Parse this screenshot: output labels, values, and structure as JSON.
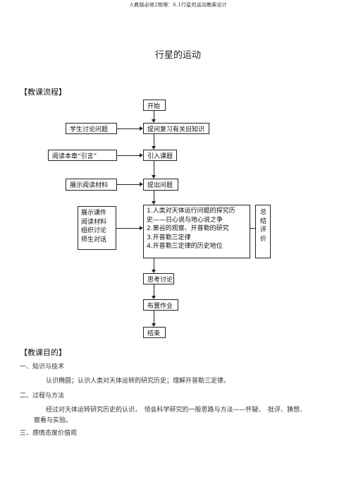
{
  "header": "人教版必修2物理：6.1行星的运动教案设计",
  "title": "行星的运动",
  "section1_heading": "【教课流程】",
  "flow": {
    "start": "开始",
    "review": "提问复习有关旧知识",
    "intro": "引入课题",
    "question": "提出问题",
    "content_lines": [
      "1.人类对天体运行问题的探究历",
      "史——日心说与地心说之争",
      "2.第谷的观察、开普勒的研究",
      "3.开普勒三定律",
      "4.开普勒三定律的历史地位"
    ],
    "think": "思考讨论",
    "homework": "布置作业",
    "end": "结束",
    "left_discuss": "学生讨论问题",
    "left_read": "阅读本章“引言”",
    "left_show": "展示阅读材料",
    "left_stack": [
      "展示课件",
      "阅读材料",
      "组织讨论",
      "师生对话"
    ],
    "right_summary": [
      "总",
      "结",
      "评",
      "价"
    ]
  },
  "section2_heading": "【教课目的】",
  "objectives": {
    "h1": "一、知识与技术",
    "p1": "认识椭圆；认识人类对天体运转的研究历史；理解开普勒三定律。",
    "h2": "二、过程与方法",
    "p2a": "经过对天体运转研究历史的认识，　领会科学研究的一般思路与方法——怀疑、　批评、猜想、",
    "p2b": "察看与实验。",
    "h3": "三、感情态度价值观"
  }
}
